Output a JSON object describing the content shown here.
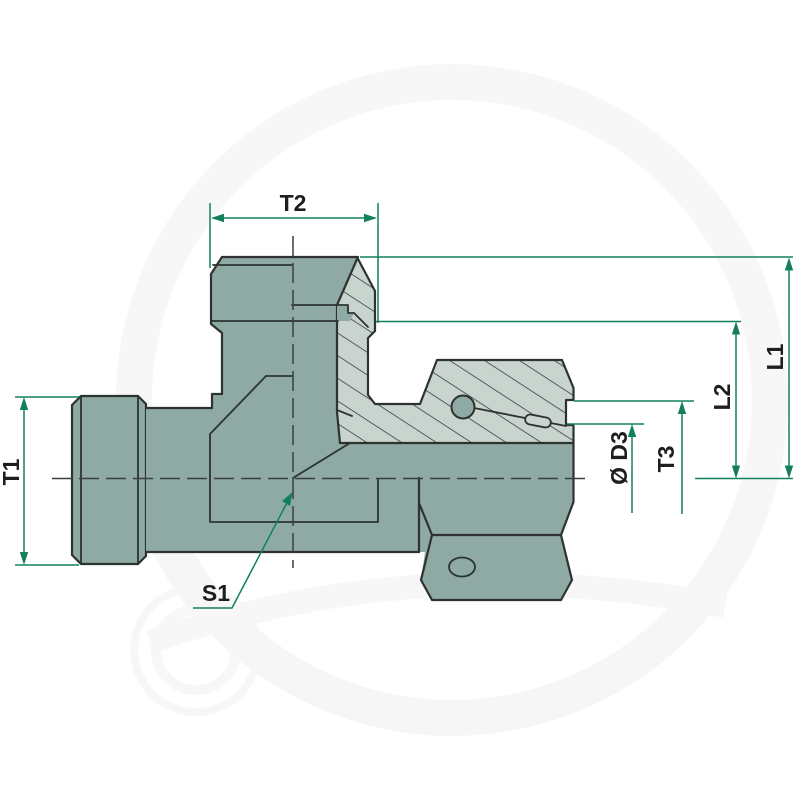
{
  "drawing": {
    "type": "technical-section-drawing",
    "labels": {
      "t1": "T1",
      "t2": "T2",
      "l1": "L1",
      "l2": "L2",
      "t3": "T3",
      "d3": "Ø D3",
      "s1": "S1"
    },
    "colors": {
      "body": "#8FA9A4",
      "section_fill": "#C9D4CF",
      "outline": "#2C3331",
      "dimension_green": "#12805F",
      "label_text": "#1D1F1E",
      "centerline": "#39413F",
      "watermark": "#F0F0F0",
      "background": "#FFFFFF"
    }
  }
}
